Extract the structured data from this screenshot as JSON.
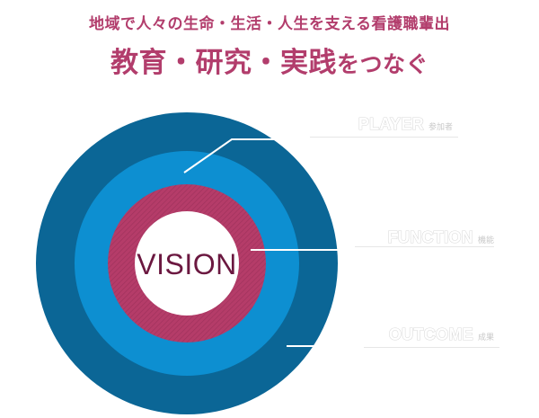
{
  "header": {
    "subtitle": "地域で人々の生命・生活・人生を支える看護職輩出",
    "title_main": "教育・研究・実践",
    "title_tail": "をつなぐ"
  },
  "diagram": {
    "center_label": "VISION",
    "layers": [
      {
        "en": "PLAYER",
        "ja": "参加者"
      },
      {
        "en": "FUNCTION",
        "ja": "機能"
      },
      {
        "en": "OUTCOME",
        "ja": "成果"
      }
    ],
    "colors": {
      "outer_ring": "#0b6696",
      "middle_ring": "#0d8fd1",
      "inner_ring": "#b53c69",
      "center": "#ffffff",
      "title": "#b23d6c"
    }
  }
}
